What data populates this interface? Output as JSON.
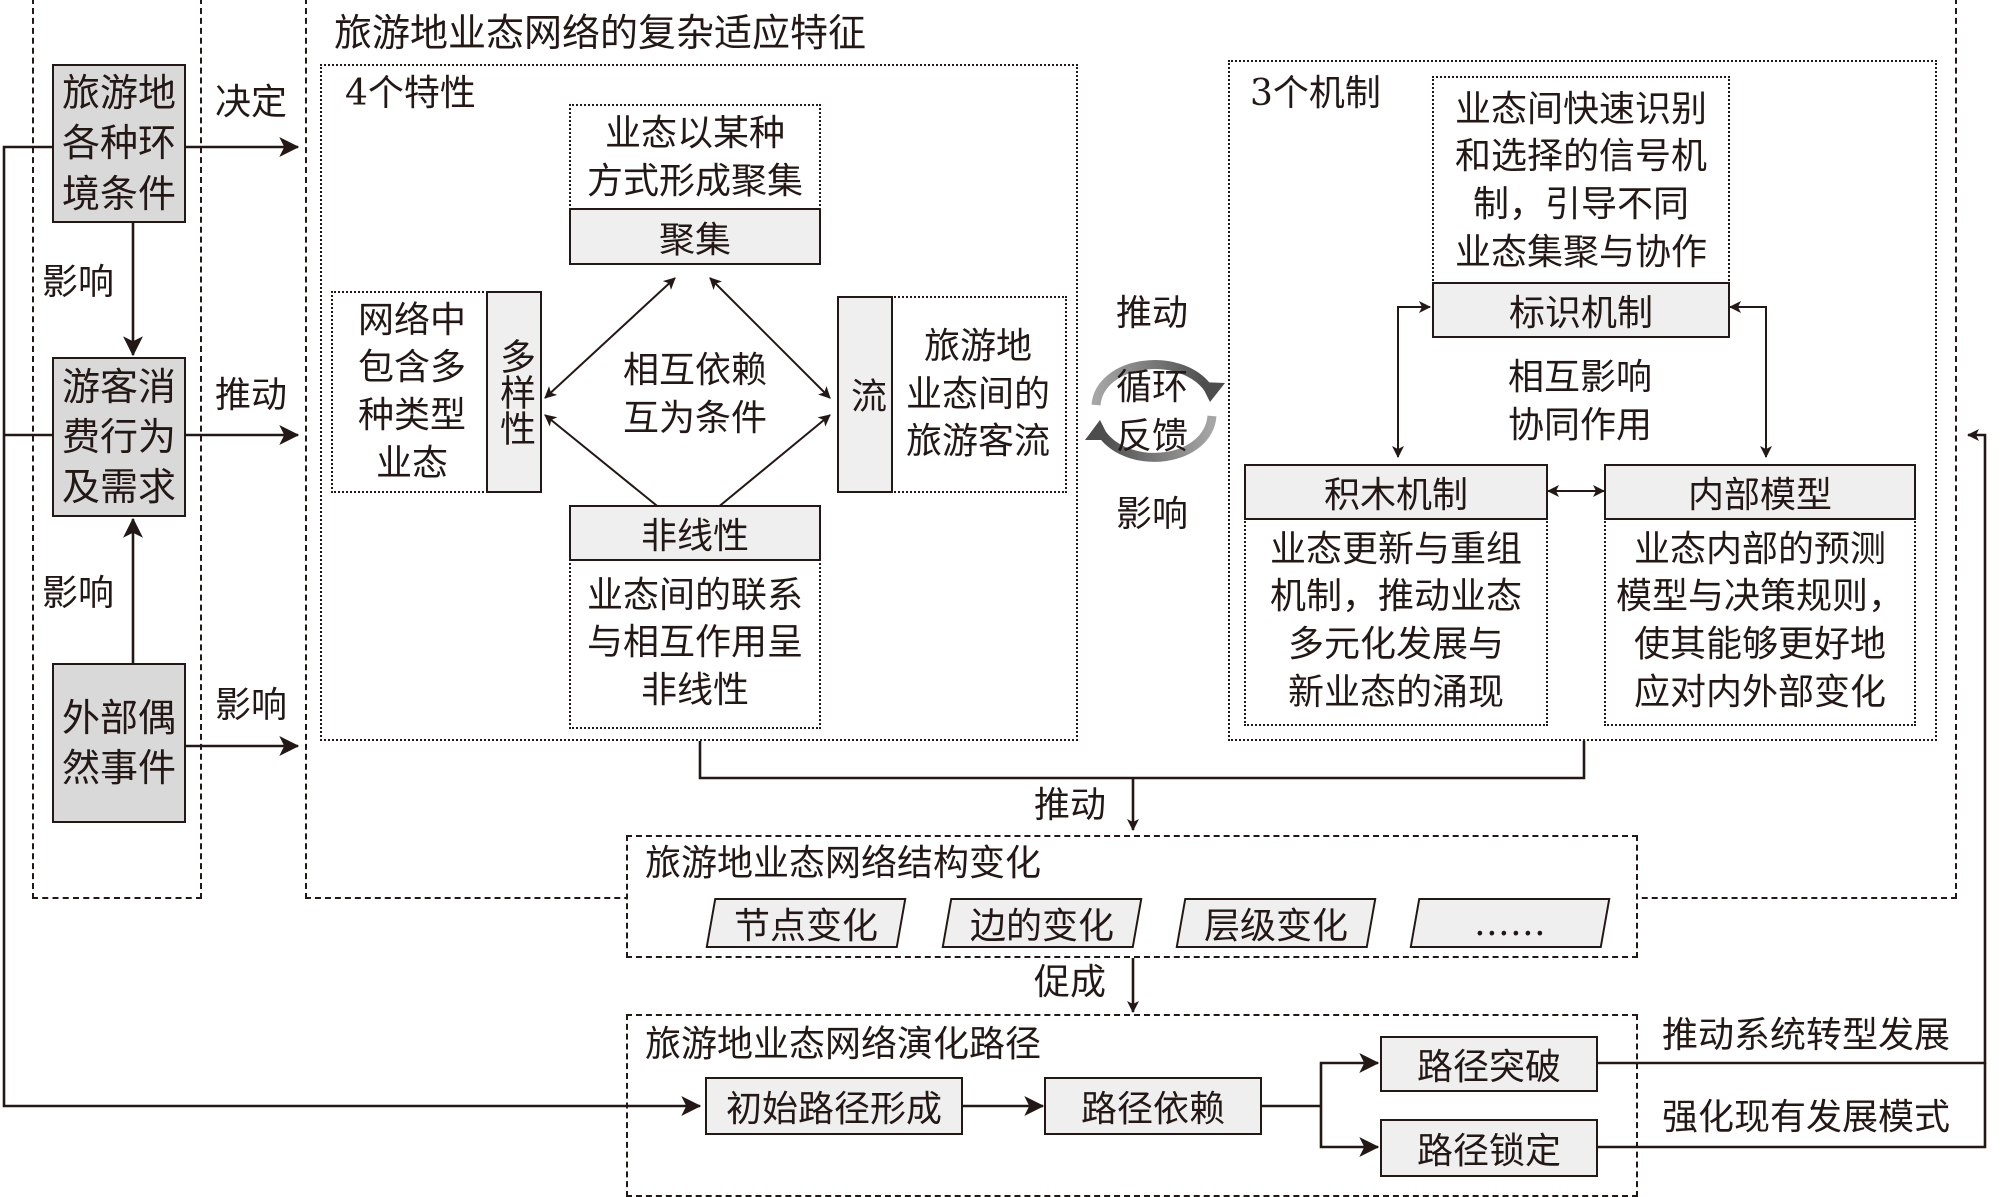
{
  "title": "旅游地业态网络的复杂适应特征",
  "drivers": [
    {
      "id": "env",
      "label": "旅游地\n各种环境\n境条件",
      "lines": [
        "旅游地",
        "各种环",
        "境条件"
      ],
      "edge_label": "决定"
    },
    {
      "id": "tourist",
      "lines": [
        "游客消",
        "费行为",
        "及需求"
      ],
      "edge_label": "推动"
    },
    {
      "id": "external",
      "lines": [
        "外部偶",
        "然事件"
      ],
      "edge_label": "影响"
    }
  ],
  "driver_links": {
    "env_to_tourist": "影响",
    "external_to_tourist": "影响"
  },
  "features": {
    "label": "4个特性",
    "center_text": [
      "相互依赖",
      "互为条件"
    ],
    "items": [
      {
        "name": "聚集",
        "desc": [
          "业态以某种",
          "方式形成聚集"
        ]
      },
      {
        "name": "多样性",
        "desc": [
          "网络中",
          "包含多",
          "种类型",
          "业态"
        ]
      },
      {
        "name": "流",
        "desc": [
          "旅游地",
          "业态间的",
          "旅游客流"
        ]
      },
      {
        "name": "非线性",
        "desc": [
          "业态间的联系",
          "与相互作用呈",
          "非线性"
        ]
      }
    ]
  },
  "cycle": {
    "top_label": "推动",
    "center": [
      "循环",
      "反馈"
    ],
    "bottom_label": "影响",
    "colors": {
      "light": "#a6a6a6",
      "dark": "#4d4d4d"
    }
  },
  "mechanisms": {
    "label": "3个机制",
    "center_text": [
      "相互影响",
      "协同作用"
    ],
    "items": [
      {
        "name": "标识机制",
        "desc": [
          "业态间快速识别",
          "和选择的信号机",
          "制，引导不同",
          "业态集聚与协作"
        ]
      },
      {
        "name": "积木机制",
        "desc": [
          "业态更新与重组",
          "机制，推动业态",
          "多元化发展与",
          "新业态的涌现"
        ]
      },
      {
        "name": "内部模型",
        "desc": [
          "业态内部的预测",
          "模型与决策规则，",
          "使其能够更好地",
          "应对内外部变化"
        ]
      }
    ]
  },
  "structure": {
    "incoming_label": "推动",
    "title": "旅游地业态网络结构变化",
    "items": [
      "节点变化",
      "边的变化",
      "层级变化",
      "……"
    ]
  },
  "path": {
    "incoming_label": "促成",
    "title": "旅游地业态网络演化路径",
    "steps": [
      "初始路径形成",
      "路径依赖"
    ],
    "branches": [
      {
        "name": "路径突破",
        "outcome": "推动系统转型发展"
      },
      {
        "name": "路径锁定",
        "outcome": "强化现有发展模式"
      }
    ]
  },
  "colors": {
    "ink": "#231815",
    "box_dark": "#d9d9d9",
    "box_light": "#efefef"
  }
}
